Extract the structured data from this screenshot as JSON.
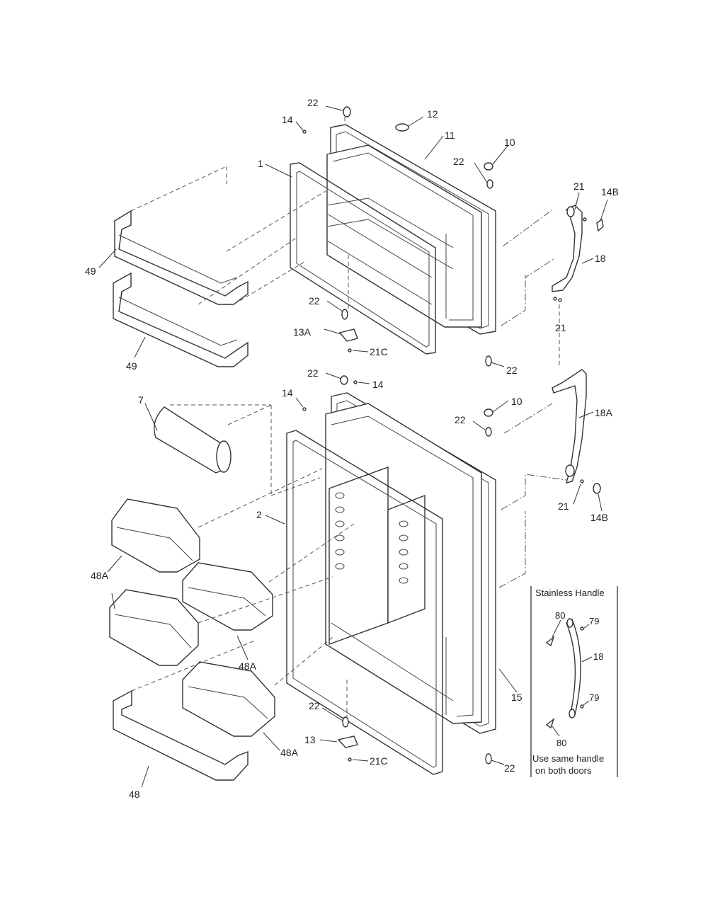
{
  "callouts": {
    "c22_top": "22",
    "c12": "12",
    "c14_top": "14",
    "c11": "11",
    "c10_top": "10",
    "c22_a": "22",
    "c1": "1",
    "c21_top": "21",
    "c14B_top": "14B",
    "c18": "18",
    "c49_a": "49",
    "c49_b": "49",
    "c22_b": "22",
    "c13A": "13A",
    "c21_mid": "21",
    "c21C_top": "21C",
    "c22_c": "22",
    "c22_d": "22",
    "c14_mid": "14",
    "c14_low": "14",
    "c7": "7",
    "c10_low": "10",
    "c22_e": "22",
    "c18A": "18A",
    "c2": "2",
    "c21_low": "21",
    "c14B_low": "14B",
    "c48A_a": "48A",
    "c48A_b": "48A",
    "c48A_c": "48A",
    "c15": "15",
    "c22_f": "22",
    "c13": "13",
    "c21C_low": "21C",
    "c22_g": "22",
    "c48": "48"
  },
  "inset": {
    "title": "Stainless Handle",
    "c80_top": "80",
    "c79_top": "79",
    "c18": "18",
    "c79_low": "79",
    "c80_low": "80",
    "note_line1": "Use same handle",
    "note_line2": "on both doors"
  }
}
